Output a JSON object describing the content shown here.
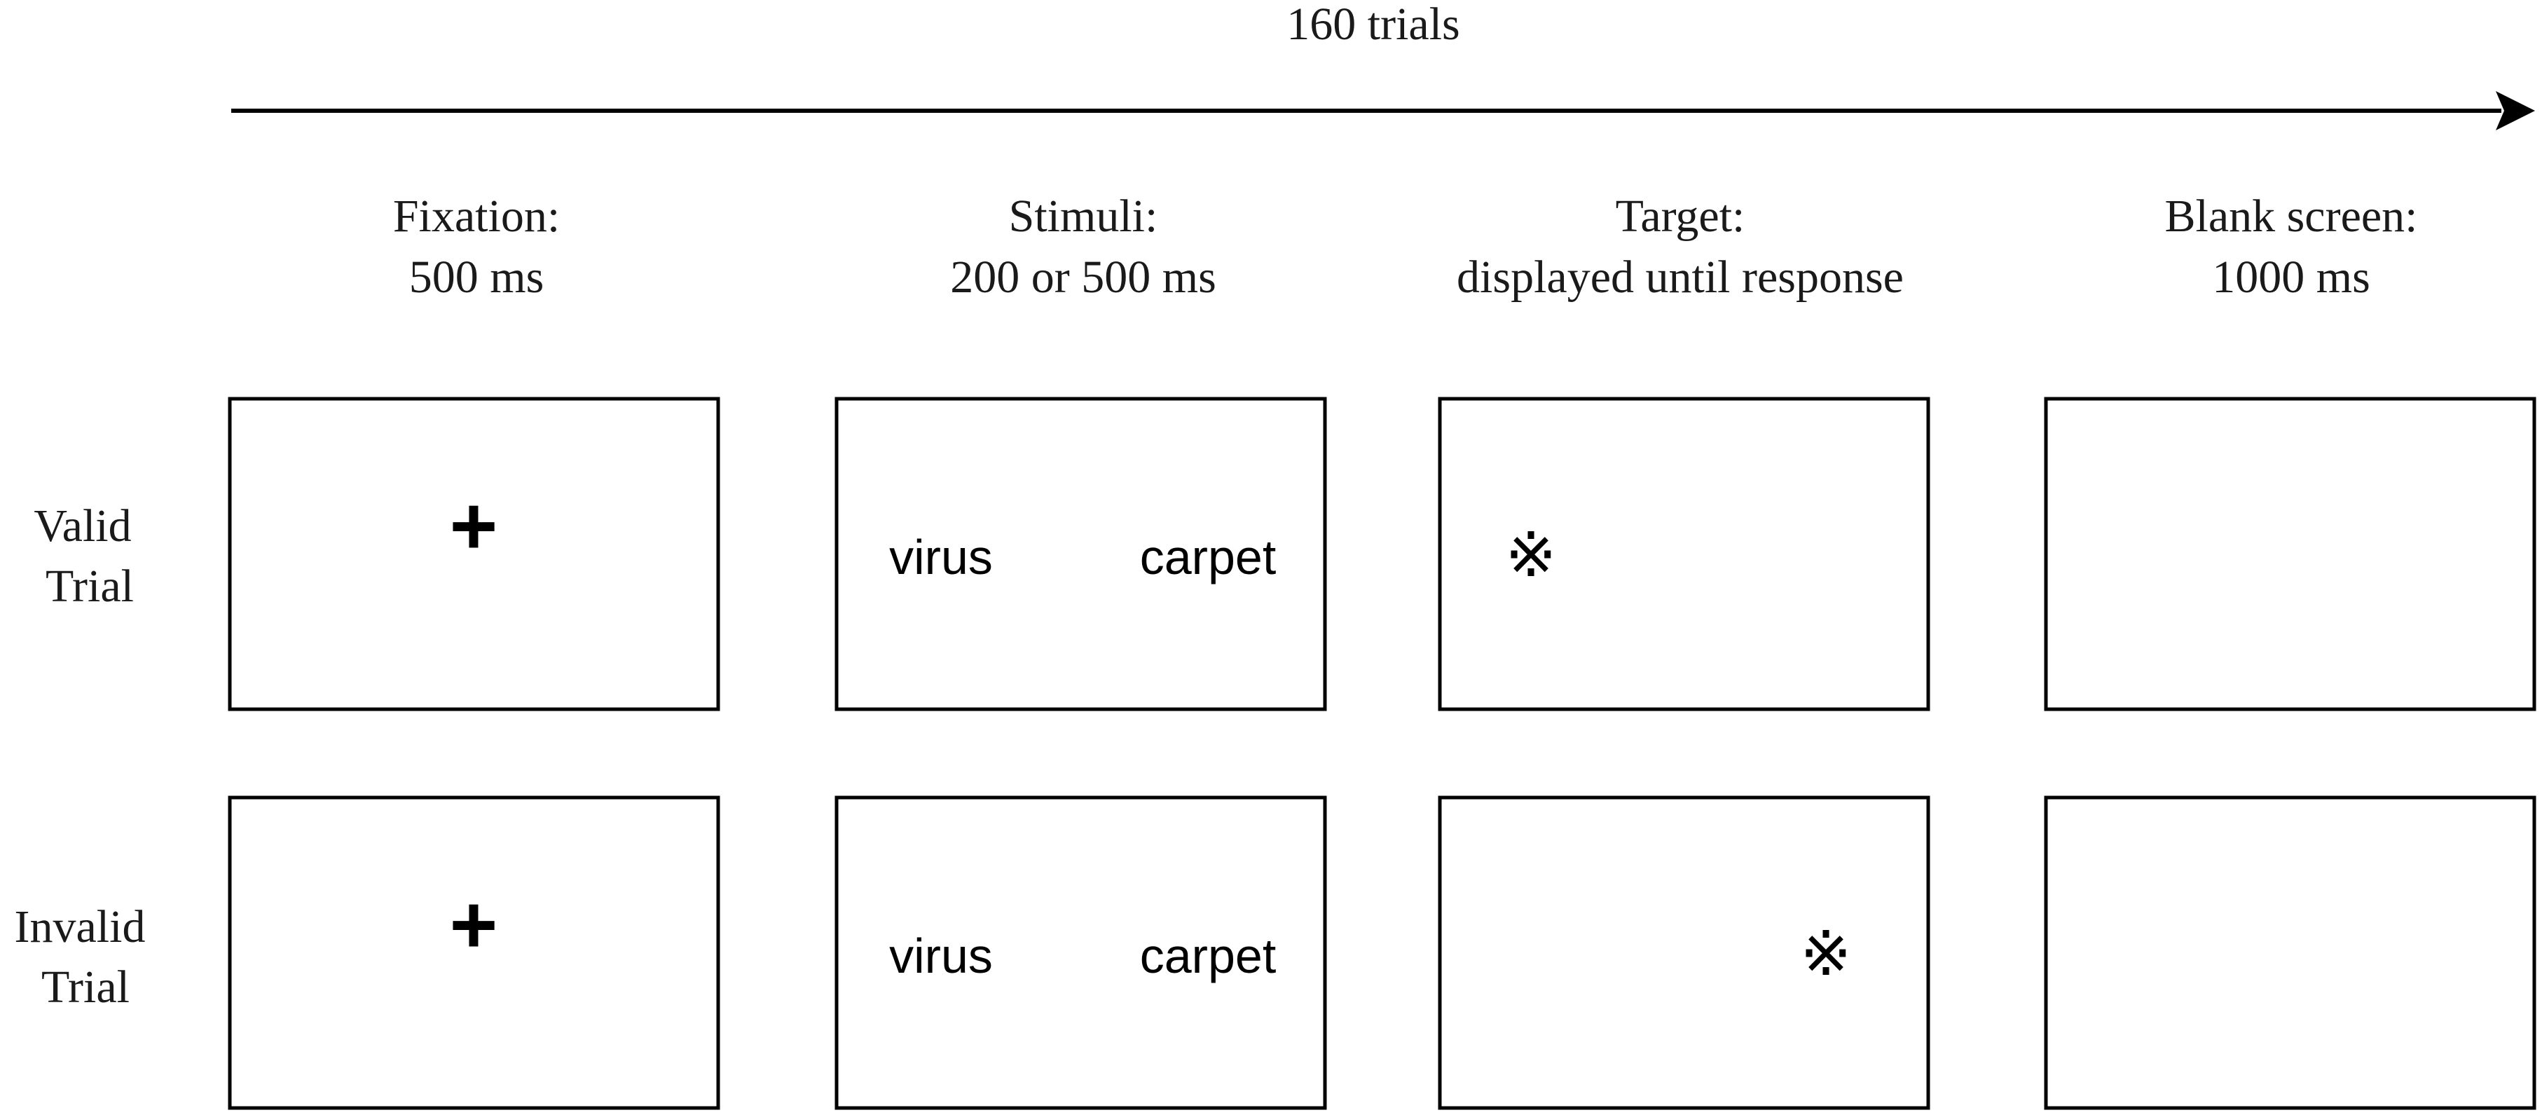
{
  "timeline": {
    "label": "160 trials"
  },
  "phases": [
    {
      "title": "Fixation:",
      "duration": "500 ms"
    },
    {
      "title": "Stimuli:",
      "duration": "200 or 500 ms"
    },
    {
      "title": "Target:",
      "duration": "displayed until response"
    },
    {
      "title": "Blank screen:",
      "duration": "1000 ms"
    }
  ],
  "rows": [
    {
      "label_line1": "Valid",
      "label_line2": "Trial",
      "fixation_symbol": "+",
      "stimulus_left": "virus",
      "stimulus_right": "carpet",
      "target_symbol": "※",
      "target_side": "left"
    },
    {
      "label_line1": "Invalid",
      "label_line2": "Trial",
      "fixation_symbol": "+",
      "stimulus_left": "virus",
      "stimulus_right": "carpet",
      "target_symbol": "※",
      "target_side": "right"
    }
  ]
}
